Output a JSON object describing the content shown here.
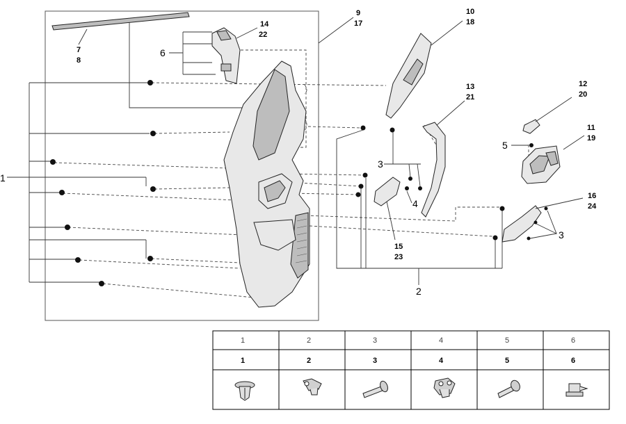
{
  "callouts": {
    "c1": "1",
    "c2": "2",
    "c3a": "3",
    "c3b": "3",
    "c4": "4",
    "c5": "5",
    "c6": "6",
    "c7": "7",
    "c8": "8",
    "c9": "9",
    "c17": "17",
    "c10": "10",
    "c18": "18",
    "c11": "11",
    "c19": "19",
    "c12": "12",
    "c20": "20",
    "c13": "13",
    "c21": "21",
    "c14": "14",
    "c22": "22",
    "c15": "15",
    "c23": "23",
    "c16": "16",
    "c24": "24"
  },
  "legend_table": {
    "headers": [
      "1",
      "2",
      "3",
      "4",
      "5",
      "6"
    ],
    "labels": [
      "1",
      "2",
      "3",
      "4",
      "5",
      "6"
    ],
    "icons": [
      "push-clip-icon",
      "fastener-clip-icon",
      "screw-icon",
      "double-clip-icon",
      "bolt-icon",
      "pin-rivet-icon"
    ]
  }
}
